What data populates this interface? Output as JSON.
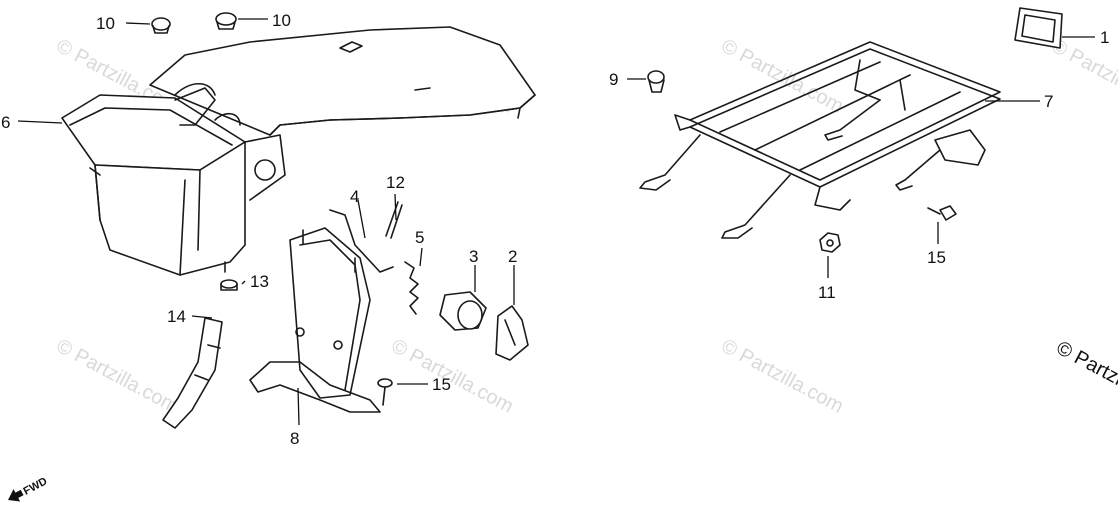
{
  "watermark": "© Partzilla.com",
  "copyright": "© Partzilla.com",
  "fwd_label": "FWD",
  "callouts": {
    "c1": "1",
    "c2": "2",
    "c3": "3",
    "c4": "4",
    "c5": "5",
    "c6": "6",
    "c7": "7",
    "c8": "8",
    "c9": "9",
    "c10a": "10",
    "c10b": "10",
    "c11": "11",
    "c12": "12",
    "c13": "13",
    "c14": "14",
    "c15a": "15",
    "c15b": "15"
  },
  "colors": {
    "ink": "#1a1a1a",
    "watermark": "#d9d9d9",
    "background": "#ffffff"
  }
}
